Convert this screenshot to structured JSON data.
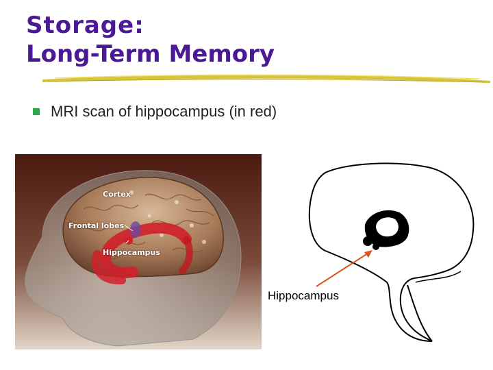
{
  "title": {
    "line1": "Storage:",
    "line2": "Long-Term Memory"
  },
  "bullet": {
    "text": "MRI scan of hippocampus (in red)"
  },
  "mri_image": {
    "labels": {
      "cortex": "Cortex",
      "frontal": "Frontal lobes",
      "hippocampus": "Hippocampus"
    }
  },
  "diagram": {
    "label": "Hippocampus",
    "arrow_color": "#d9541e"
  },
  "colors": {
    "title": "#4b1896",
    "bullet": "#2aa84a",
    "underline": "#d8c43a",
    "hippocampus_red": "#d0202a"
  }
}
